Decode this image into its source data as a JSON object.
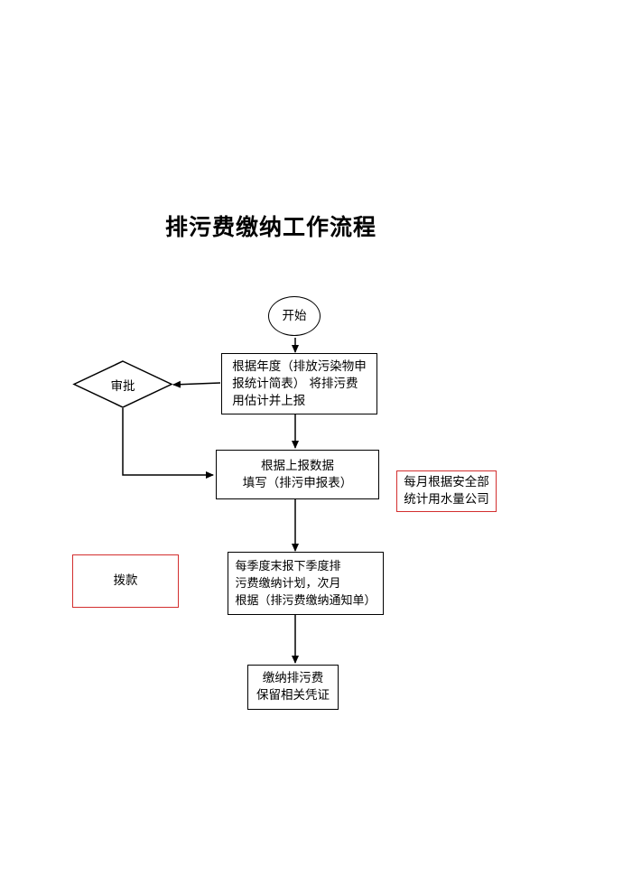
{
  "title": "排污费缴纳工作流程",
  "nodes": {
    "start": "开始",
    "estimate": "根据年度（排放污染物申\n报统计简表） 将排污费\n用估计并上报",
    "approve": "审批",
    "fill": "根据上报数据\n填写（排污申报表）",
    "monthly": "每月根据安全部\n统计用水量公司",
    "allocate": "拨款",
    "quarterly": "每季度末报下季度排\n污费缴纳计划，次月\n根据（排污费缴纳通知单）",
    "pay": "缴纳排污费\n保留相关凭证"
  },
  "colors": {
    "line": "#000000",
    "accent_border": "#d32f2f"
  }
}
